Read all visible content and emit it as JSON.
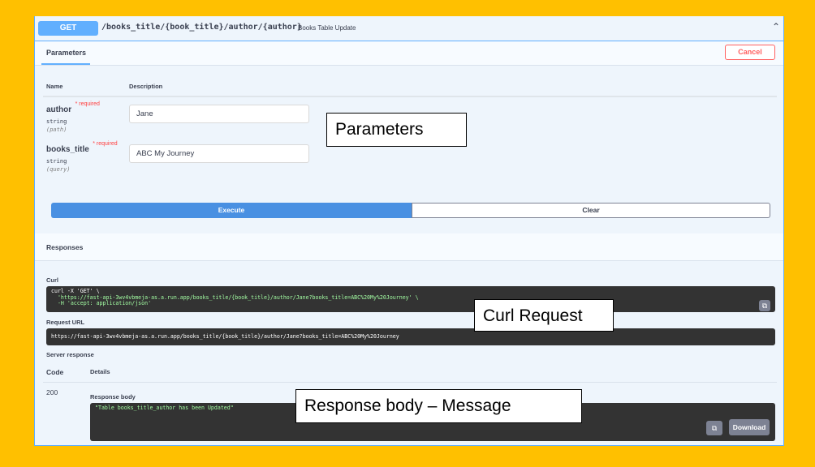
{
  "operation": {
    "method": "GET",
    "path": "/books_title/{book_title}/author/{author}",
    "summary": "Books Table Update"
  },
  "tabs": {
    "parameters": "Parameters"
  },
  "cancel_label": "Cancel",
  "table": {
    "name_header": "Name",
    "description_header": "Description"
  },
  "params": [
    {
      "name": "author",
      "required": "required",
      "type": "string",
      "in": "(path)",
      "value": "Jane"
    },
    {
      "name": "books_title",
      "required": "required",
      "type": "string",
      "in": "(query)",
      "value": "ABC My Journey"
    }
  ],
  "execute_label": "Execute",
  "clear_label": "Clear",
  "responses": {
    "title": "Responses",
    "curl_label": "Curl",
    "curl_line1": "curl -X 'GET' \\",
    "curl_line2": "  'https://fast-api-3wv4vbmeja-as.a.run.app/books_title/{book_title}/author/Jane?books_title=ABC%20My%20Journey' \\",
    "curl_line3": "  -H 'accept: application/json'",
    "request_url_label": "Request URL",
    "request_url": "https://fast-api-3wv4vbmeja-as.a.run.app/books_title/{book_title}/author/Jane?books_title=ABC%20My%20Journey",
    "server_response_label": "Server response",
    "code_header": "Code",
    "details_header": "Details",
    "code": "200",
    "response_body_label": "Response body",
    "response_body": "\"Table books_title_author has been Updated\"",
    "download_label": "Download"
  },
  "callouts": {
    "parameters": "Parameters",
    "curl": "Curl Request",
    "response": "Response body – Message"
  }
}
